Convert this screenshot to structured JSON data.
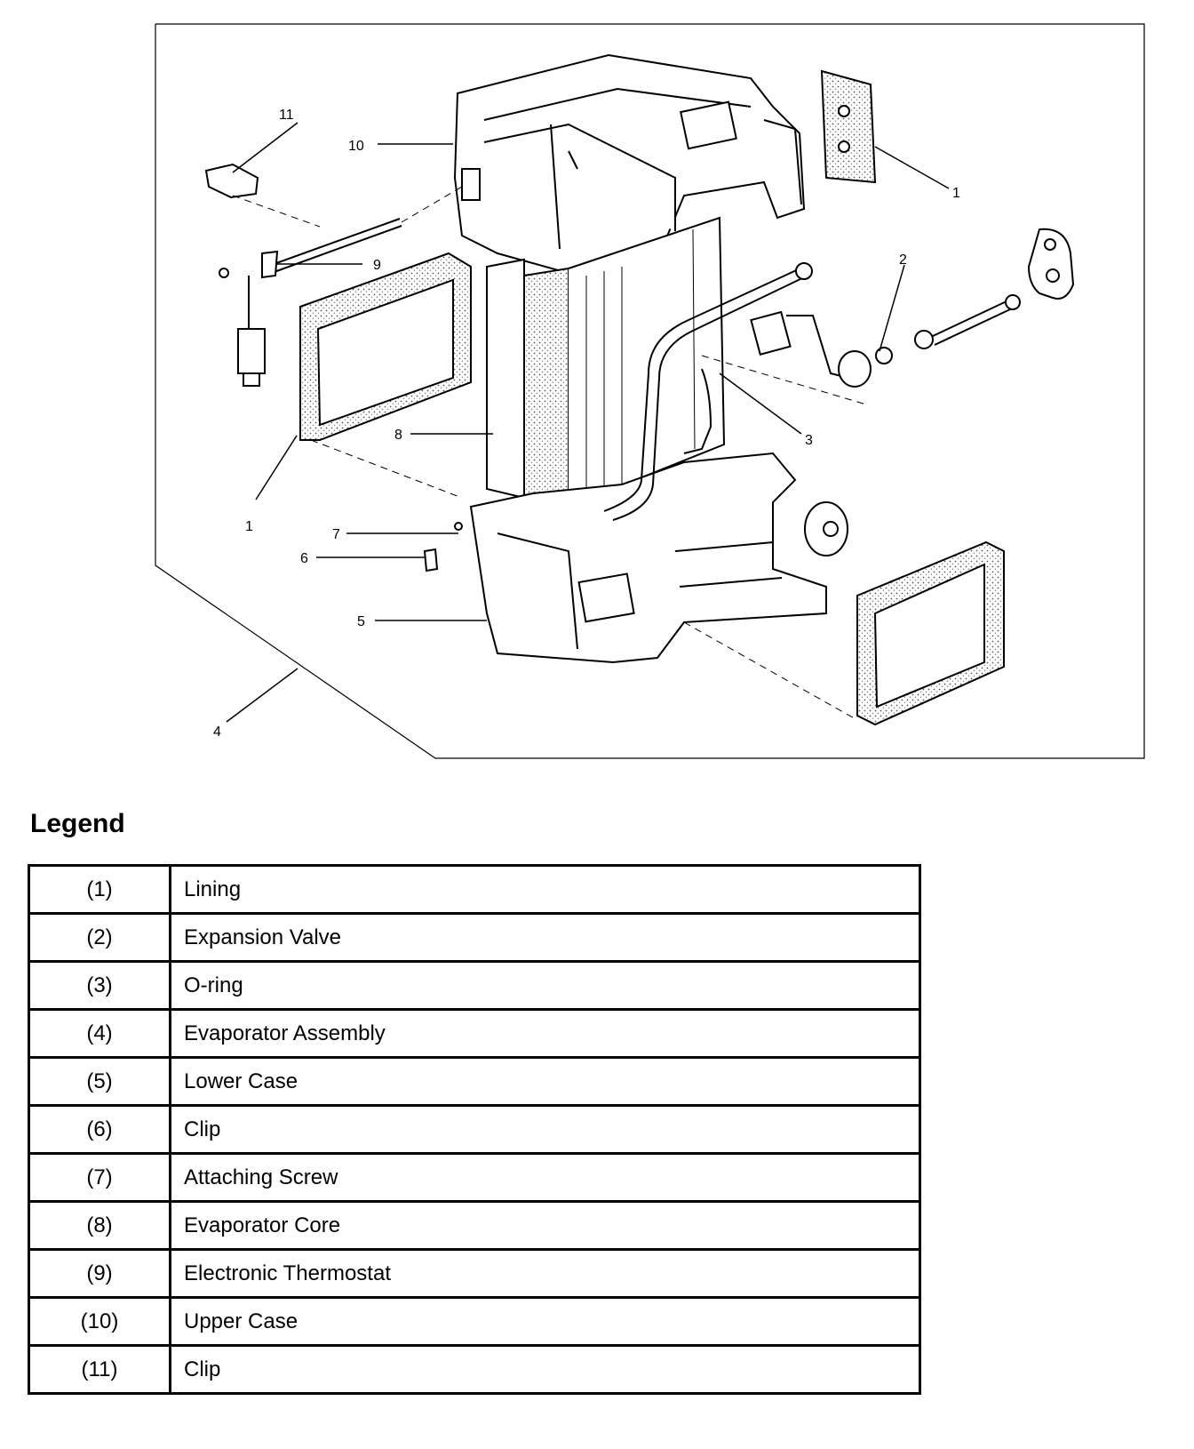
{
  "diagram": {
    "callouts": [
      "1",
      "1",
      "2",
      "3",
      "4",
      "5",
      "6",
      "7",
      "8",
      "9",
      "10",
      "11"
    ]
  },
  "legend": {
    "title": "Legend",
    "rows": [
      {
        "num": "(1)",
        "desc": "Lining"
      },
      {
        "num": "(2)",
        "desc": "Expansion Valve"
      },
      {
        "num": "(3)",
        "desc": "O-ring"
      },
      {
        "num": "(4)",
        "desc": "Evaporator Assembly"
      },
      {
        "num": "(5)",
        "desc": "Lower Case"
      },
      {
        "num": "(6)",
        "desc": "Clip"
      },
      {
        "num": "(7)",
        "desc": "Attaching Screw"
      },
      {
        "num": "(8)",
        "desc": "Evaporator Core"
      },
      {
        "num": "(9)",
        "desc": "Electronic Thermostat"
      },
      {
        "num": "(10)",
        "desc": "Upper Case"
      },
      {
        "num": "(11)",
        "desc": "Clip"
      }
    ]
  }
}
